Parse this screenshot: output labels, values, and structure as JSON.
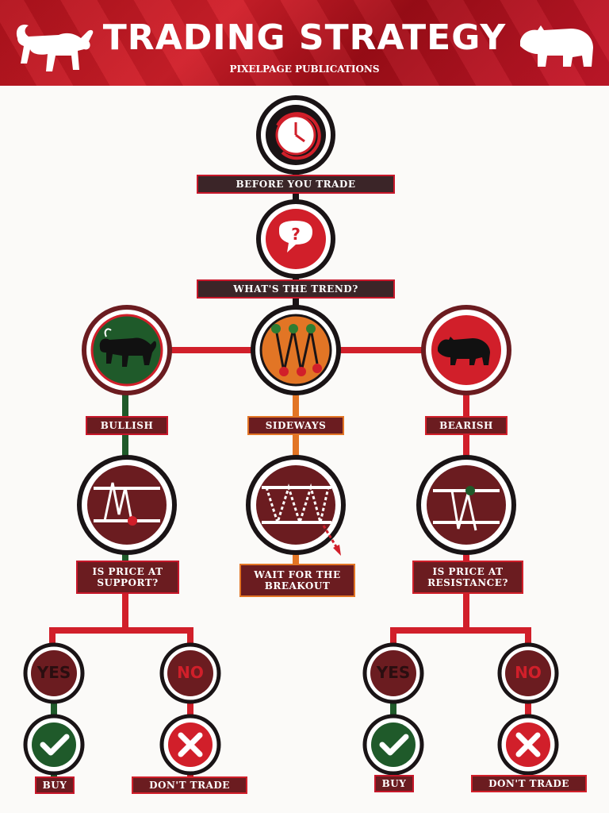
{
  "header": {
    "title": "TRADING STRATEGY",
    "subtitle": "PIXELPAGE PUBLICATIONS"
  },
  "icons": {
    "header_left": "bull-icon",
    "header_right": "bear-icon",
    "step1": "clock-icon",
    "step2": "question-icon",
    "bullish": "bull-icon",
    "sideways": "zigzag-icon",
    "bearish": "bear-icon",
    "support": "support-chart-icon",
    "breakout": "breakout-chart-icon",
    "resistance": "resistance-chart-icon",
    "buy": "check-icon",
    "dont_trade": "x-icon"
  },
  "colors": {
    "red": "#d11f2a",
    "dark_red": "#6b1c20",
    "green": "#1f5a2a",
    "orange": "#e27525",
    "black": "#1a1416"
  },
  "flow": {
    "before_trade": "BEFORE YOU TRADE",
    "trend": "WHAT'S THE TREND?",
    "bullish": "BULLISH",
    "sideways": "SIDEWAYS",
    "bearish": "BEARISH",
    "support_q": "IS PRICE AT SUPPORT?",
    "breakout": "WAIT FOR THE BREAKOUT",
    "resistance_q": "IS PRICE AT RESISTANCE?",
    "yes": "YES",
    "no": "NO",
    "buy": "BUY",
    "dont_trade": "DON'T TRADE"
  }
}
